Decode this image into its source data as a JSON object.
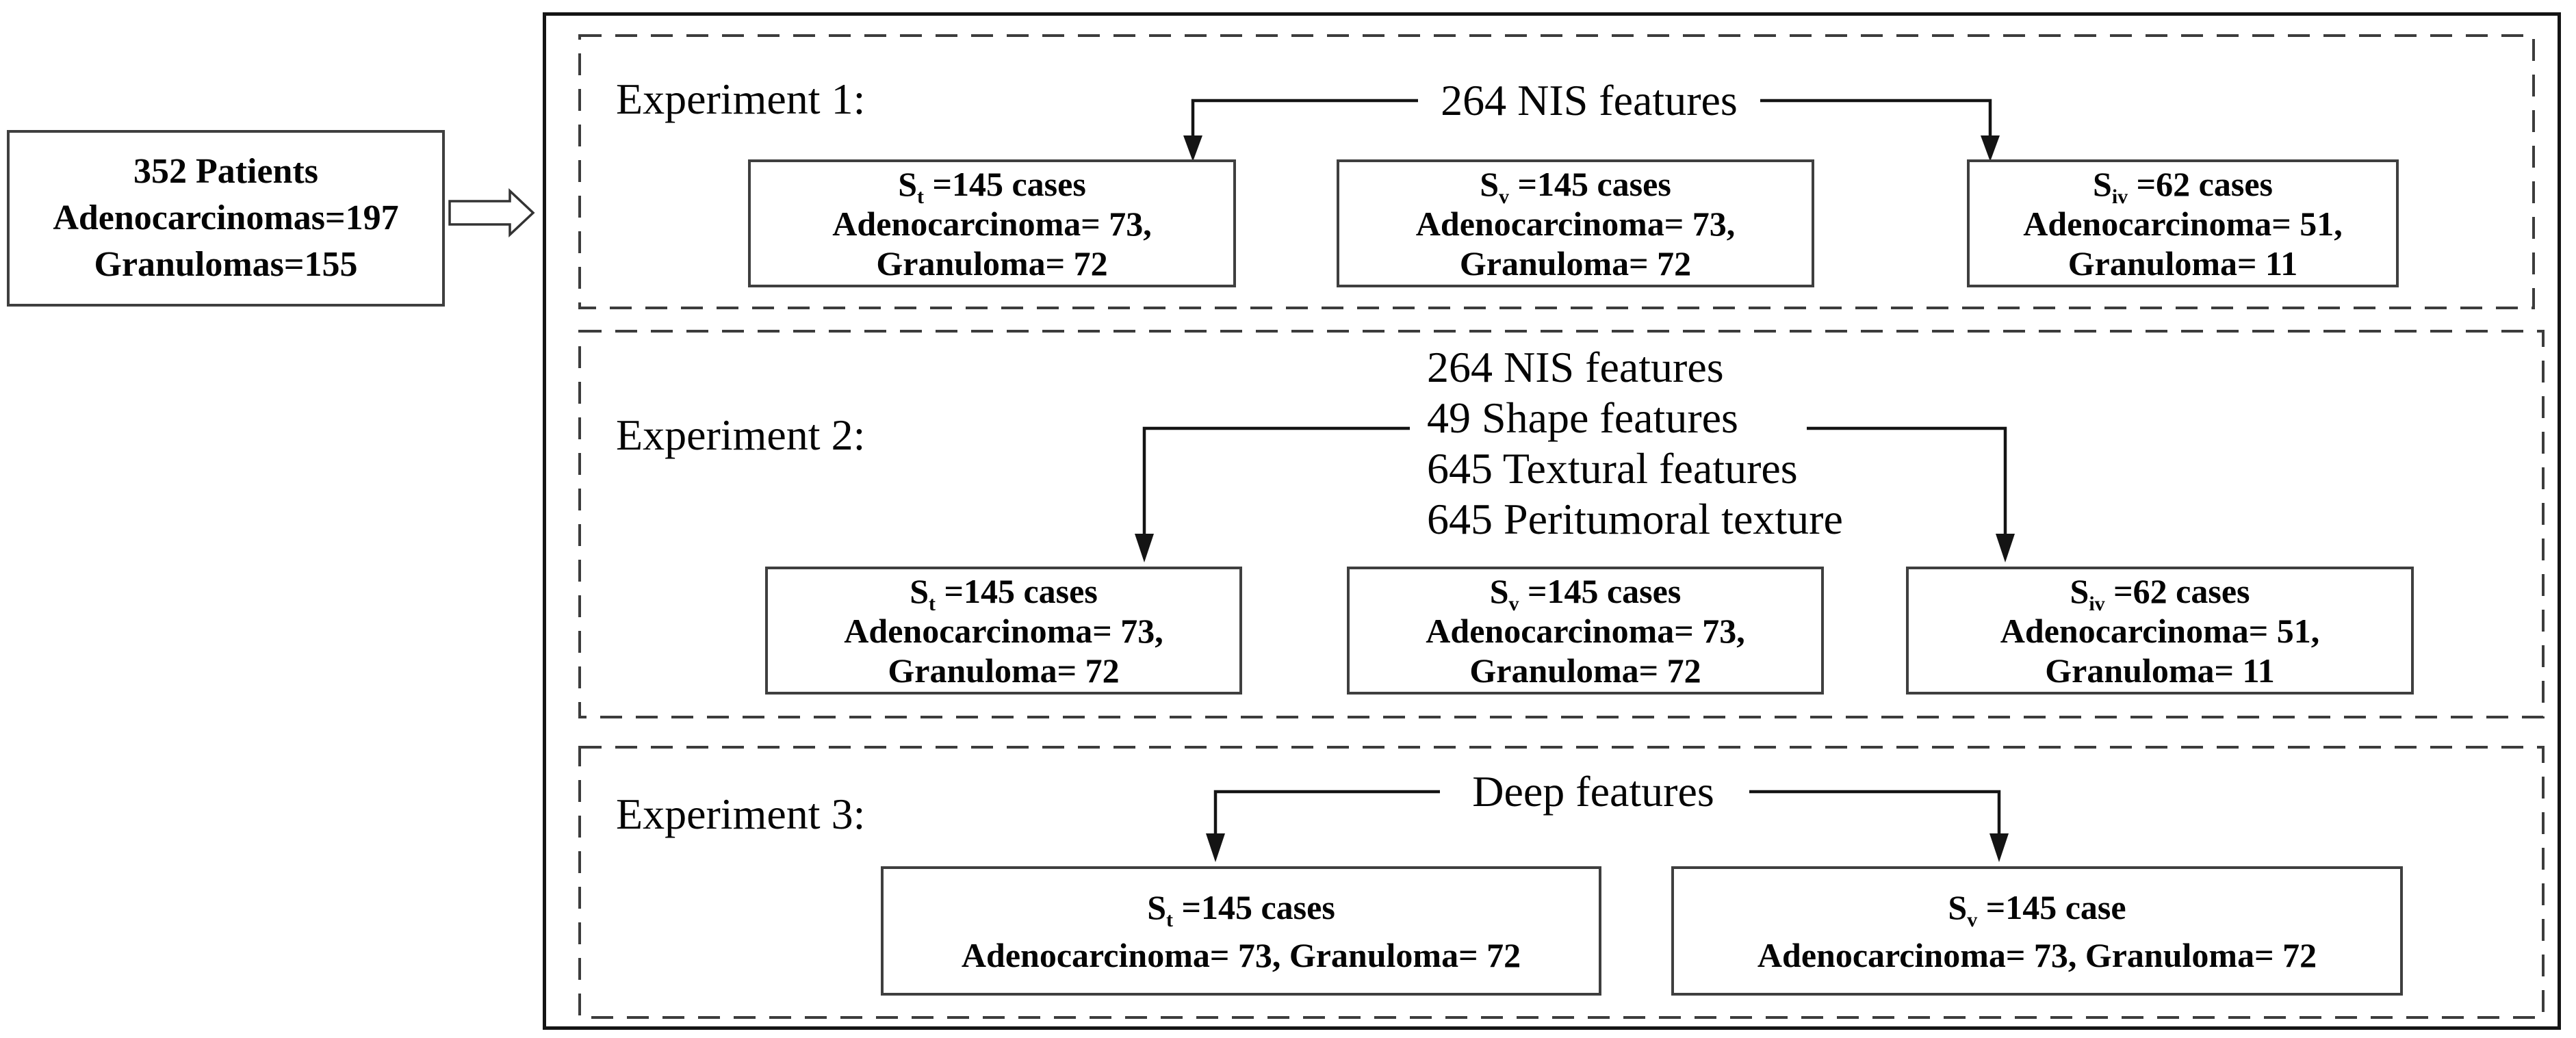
{
  "figure": {
    "patients_box": {
      "lines": [
        "352 Patients",
        "Adenocarcinomas=197",
        "Granulomas=155"
      ]
    },
    "experiments": [
      {
        "label": "Experiment 1:",
        "features": [
          "264 NIS features"
        ],
        "boxes": [
          {
            "s": "S",
            "sub": "t",
            "rest": " =145 cases",
            "line2": "Adenocarcinoma= 73,",
            "line3": "Granuloma= 72"
          },
          {
            "s": "S",
            "sub": "v",
            "rest": " =145 cases",
            "line2": "Adenocarcinoma= 73,",
            "line3": "Granuloma= 72"
          },
          {
            "s": "S",
            "sub": "iv",
            "rest": " =62 cases",
            "line2": "Adenocarcinoma= 51,",
            "line3": "Granuloma= 11"
          }
        ]
      },
      {
        "label": "Experiment 2:",
        "features": [
          "264 NIS features",
          "49 Shape features",
          "645 Textural features",
          "645 Peritumoral texture"
        ],
        "boxes": [
          {
            "s": "S",
            "sub": "t",
            "rest": " =145 cases",
            "line2": "Adenocarcinoma= 73,",
            "line3": "Granuloma= 72"
          },
          {
            "s": "S",
            "sub": "v",
            "rest": " =145 cases",
            "line2": "Adenocarcinoma= 73,",
            "line3": "Granuloma= 72"
          },
          {
            "s": "S",
            "sub": "iv",
            "rest": " =62 cases",
            "line2": "Adenocarcinoma= 51,",
            "line3": "Granuloma= 11"
          }
        ]
      },
      {
        "label": "Experiment 3:",
        "features": [
          "Deep features"
        ],
        "boxes": [
          {
            "s": "S",
            "sub": "t",
            "rest": " =145 cases",
            "line2": "Adenocarcinoma= 73, Granuloma= 72"
          },
          {
            "s": "S",
            "sub": "v",
            "rest": " =145 case",
            "line2": "Adenocarcinoma= 73, Granuloma= 72"
          }
        ]
      }
    ]
  }
}
